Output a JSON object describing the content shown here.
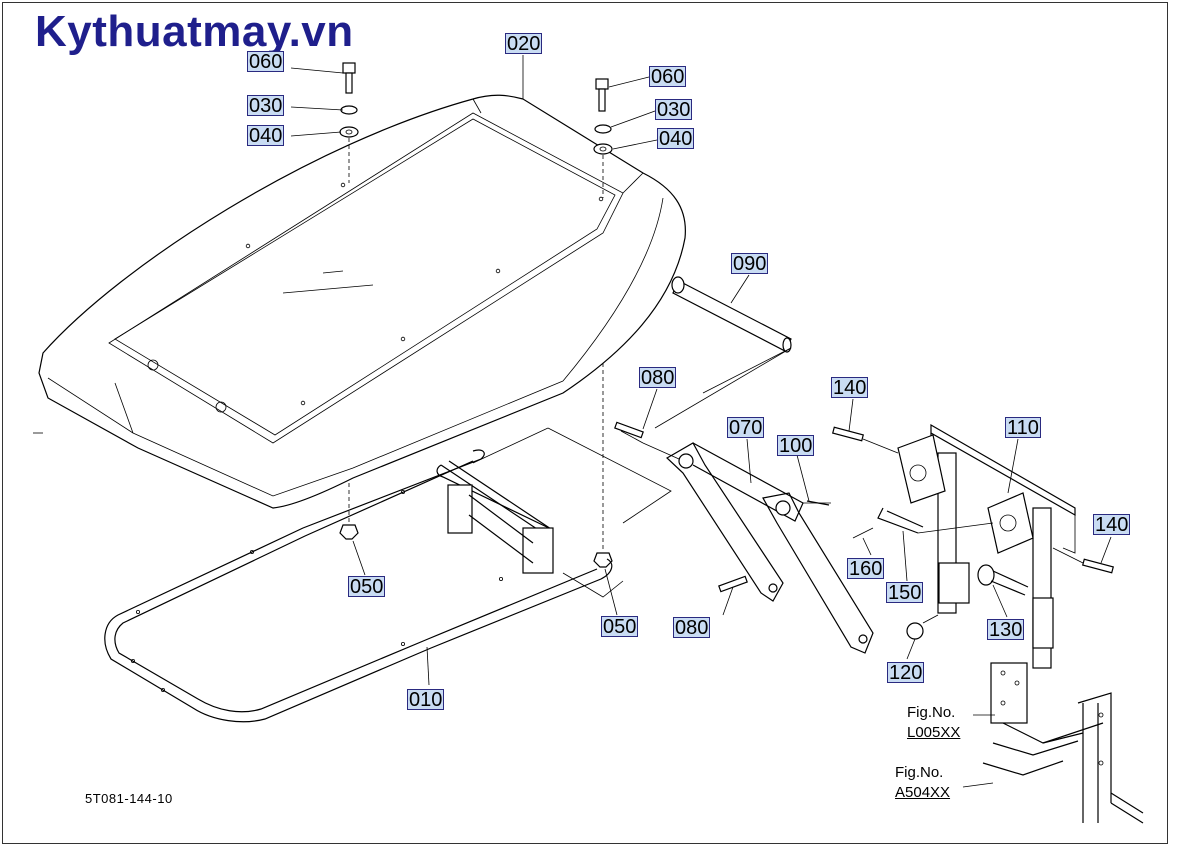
{
  "watermark": "Kythuatmay.vn",
  "labels": {
    "p010": "010",
    "p020": "020",
    "p030a": "030",
    "p030b": "030",
    "p040a": "040",
    "p040b": "040",
    "p050a": "050",
    "p050b": "050",
    "p060a": "060",
    "p060b": "060",
    "p070": "070",
    "p080a": "080",
    "p080b": "080",
    "p090": "090",
    "p100": "100",
    "p110": "110",
    "p120": "120",
    "p130": "130",
    "p140a": "140",
    "p140b": "140",
    "p150": "150",
    "p160": "160"
  },
  "figure_refs": [
    {
      "label": "Fig.No.",
      "code": "L005XX"
    },
    {
      "label": "Fig.No.",
      "code": "A504XX"
    }
  ],
  "diagram_code": "5T081-144-10",
  "colors": {
    "label_bg": "#c9dcf3",
    "label_border": "#2a2a80",
    "watermark": "#1f1f8c"
  }
}
